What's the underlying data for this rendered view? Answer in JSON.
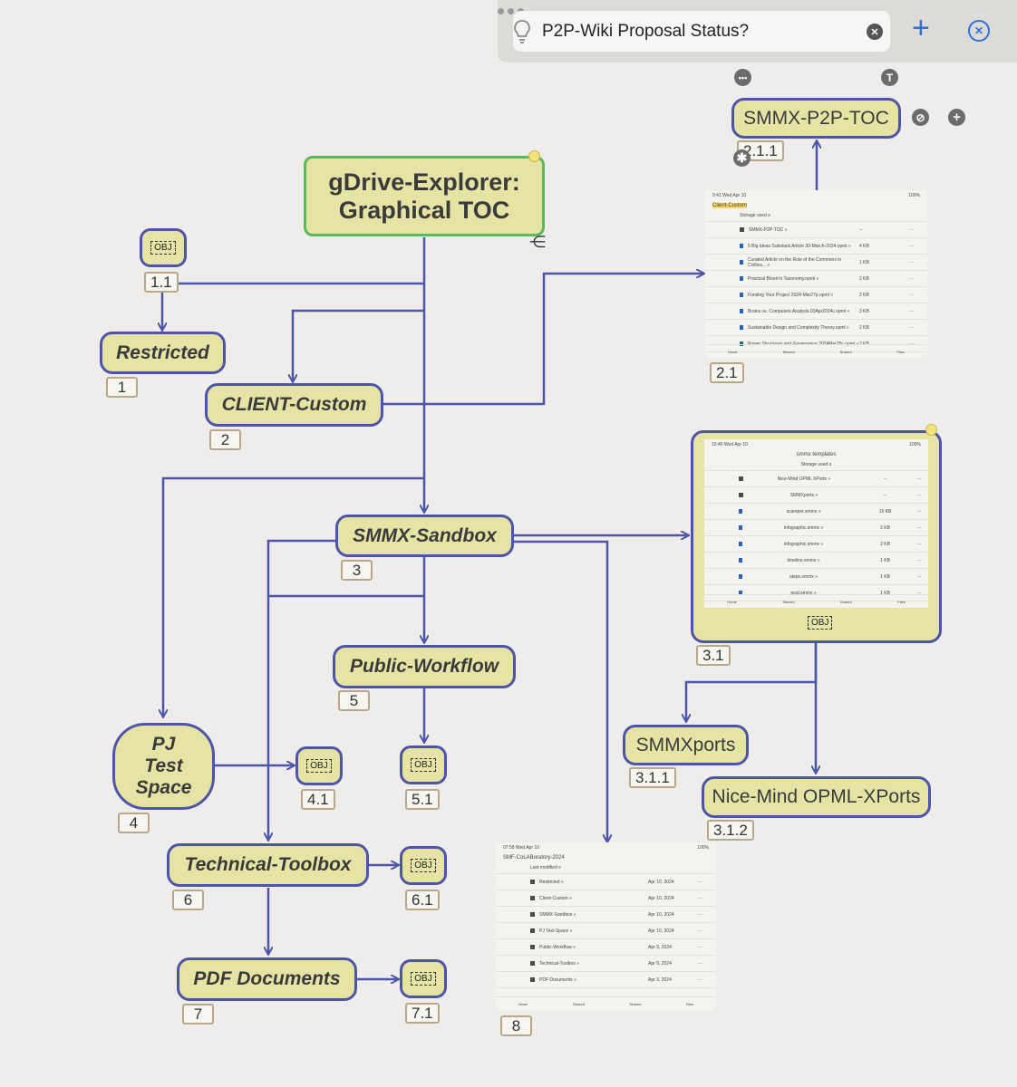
{
  "toolbar": {
    "search_value": "P2P-Wiki Proposal Status?",
    "add_glyph": "+",
    "close_glyph": "✕"
  },
  "nodes": {
    "root": {
      "line1": "gDrive-Explorer:",
      "line2": "Graphical TOC"
    },
    "restricted": {
      "label": "Restricted",
      "num": "1"
    },
    "obj11": {
      "num": "1.1"
    },
    "client": {
      "label": "CLIENT-Custom",
      "num": "2"
    },
    "sandbox": {
      "label": "SMMX-Sandbox",
      "num": "3"
    },
    "public": {
      "label": "Public-Workflow",
      "num": "5"
    },
    "pj": {
      "line1": "PJ",
      "line2": "Test",
      "line3": "Space",
      "num": "4"
    },
    "tech": {
      "label": "Technical-Toolbox",
      "num": "6"
    },
    "pdf": {
      "label": "PDF Documents",
      "num": "7"
    },
    "smmxports": {
      "label": "SMMXports",
      "num": "3.1.1"
    },
    "nicemind": {
      "label": "Nice-Mind OPML-XPorts",
      "num": "3.1.2"
    },
    "p2ptoc": {
      "label": "SMMX-P2P-TOC",
      "num": "2.1.1"
    },
    "obj41": {
      "num": "4.1"
    },
    "obj51": {
      "num": "5.1"
    },
    "obj61": {
      "num": "6.1"
    },
    "obj71": {
      "num": "7.1"
    },
    "img21": {
      "num": "2.1"
    },
    "img31": {
      "num": "3.1"
    },
    "img8": {
      "num": "8"
    }
  },
  "obj_tag": "OBJ",
  "thumb21": {
    "status_left": "9:41 Wed Apr 10",
    "status_right": "100%",
    "title": "Client-Custom",
    "storage": "Storage used ≡",
    "rows": [
      {
        "name": "SMMX-P2P-TOC »",
        "meta": "--",
        "folder": true
      },
      {
        "name": "5 Big Ideas Substack Article 30-March-2024.opml »",
        "meta": "4 KB",
        "folder": false
      },
      {
        "name": "Curated Article on the Role of the Commons in Civiliza... »",
        "meta": "1 KB",
        "folder": false
      },
      {
        "name": "Practical Bloom's Taxonomy.opml »",
        "meta": "2 KB",
        "folder": false
      },
      {
        "name": "Funding Your Project 2024-Mar27p.opml »",
        "meta": "2 KB",
        "folder": false
      },
      {
        "name": "Brains vs. Computers Analysis.03Apr2024c.opml »",
        "meta": "3 KB",
        "folder": false
      },
      {
        "name": "Sustainable Design and Complexity Theory.opml »",
        "meta": "2 KB",
        "folder": false
      },
      {
        "name": "Power Structures and Governance 2024Mar25c.opml »",
        "meta": "2 KB",
        "folder": false
      }
    ],
    "foot": [
      "Home",
      "Starred",
      "Shared",
      "Files"
    ]
  },
  "thumb31": {
    "status_left": "10:40 Wed Apr 10",
    "title": "smmx templates",
    "storage": "Storage used ≡",
    "rows": [
      {
        "name": "Nice-Mind OPML XPorts »",
        "meta": "--",
        "folder": true
      },
      {
        "name": "SMMXports »",
        "meta": "--",
        "folder": true
      },
      {
        "name": "scamper.smmx »",
        "meta": "19 KB",
        "folder": false
      },
      {
        "name": "infographic.smmx »",
        "meta": "2 KB",
        "folder": false
      },
      {
        "name": "infographic.smmx »",
        "meta": "2 KB",
        "folder": false
      },
      {
        "name": "timeline.smmx »",
        "meta": "1 KB",
        "folder": false
      },
      {
        "name": "steps.smmx »",
        "meta": "1 KB",
        "folder": false
      },
      {
        "name": "goal.smmx »",
        "meta": "1 KB",
        "folder": false
      }
    ],
    "foot": [
      "Home",
      "Starred",
      "Shared",
      "Files"
    ]
  },
  "thumb8": {
    "status_left": "07:58 Wed Apr 10",
    "title": "SMF-CoLABoratory-2024",
    "storage": "Last modified ≡",
    "rows": [
      {
        "name": "Restricted »",
        "meta": "Apr 10, 2024",
        "folder": true
      },
      {
        "name": "Client-Custom »",
        "meta": "Apr 10, 2024",
        "folder": true
      },
      {
        "name": "SMMX-Sandbox »",
        "meta": "Apr 10, 2024",
        "folder": true
      },
      {
        "name": "PJ Test-Space »",
        "meta": "Apr 10, 2024",
        "folder": true
      },
      {
        "name": "Public-Workflow »",
        "meta": "Apr 9, 2024",
        "folder": true
      },
      {
        "name": "Technical-Toolbox »",
        "meta": "Apr 9, 2024",
        "folder": true
      },
      {
        "name": "PDF Documents »",
        "meta": "Apr 3, 2024",
        "folder": true
      }
    ],
    "foot": [
      "Home",
      "Starred",
      "Shared",
      "Files"
    ]
  },
  "colors": {
    "edge": "#4d56a6",
    "node_fill": "#e6e4a4",
    "root_border": "#5cb85c",
    "canvas": "#eeedeb"
  }
}
